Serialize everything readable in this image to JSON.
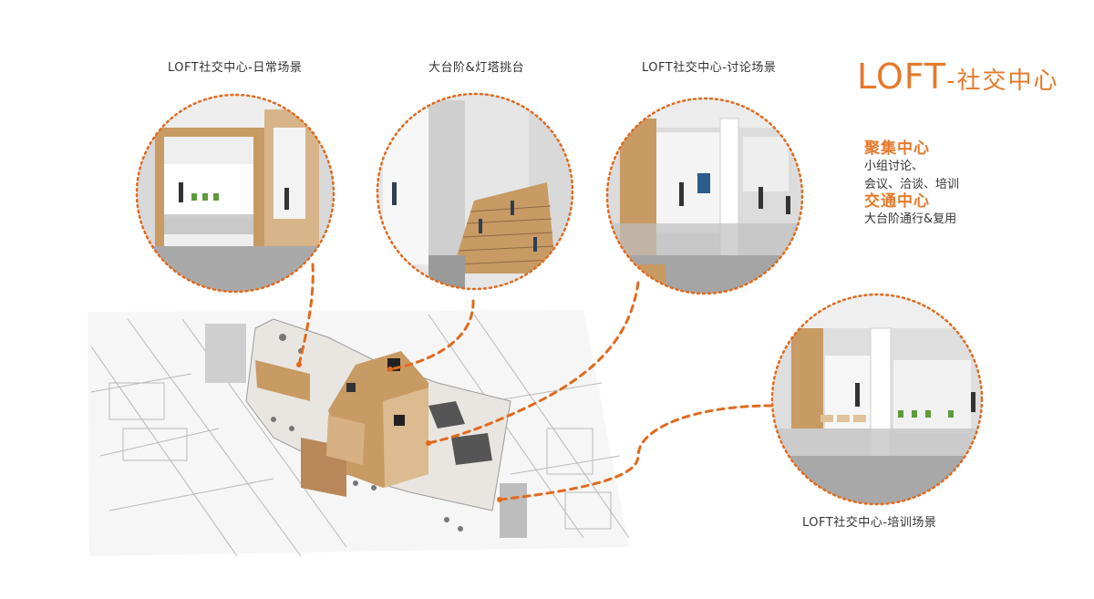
{
  "captions": {
    "daily": "LOFT社交中心-日常场景",
    "stairs": "大台阶&灯塔挑台",
    "discuss": "LOFT社交中心-讨论场景",
    "training": "LOFT社交中心-培训场景"
  },
  "panel": {
    "title": "LOFT",
    "title_suffix": "-社交中心",
    "section1": {
      "heading": "聚集中心",
      "lines": [
        "小组讨论、",
        "会议、洽谈、培训"
      ]
    },
    "section2": {
      "heading": "交通中心",
      "lines": [
        "大台阶通行&复用"
      ]
    }
  },
  "colors": {
    "accent": "#e5792b",
    "dashed_connector": "#e06a1f",
    "wood": "#c89a64"
  }
}
